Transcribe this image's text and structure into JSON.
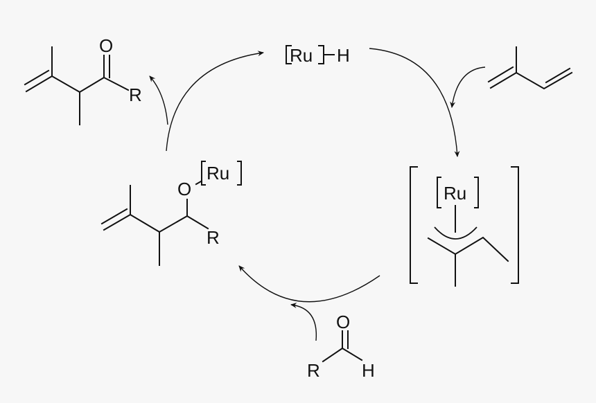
{
  "diagram": {
    "catalyst": {
      "metal": "Ru",
      "hydride": "H"
    },
    "product": {
      "oxygen": "O",
      "substituent": "R"
    },
    "alkoxide": {
      "oxygen": "O",
      "metal": "Ru",
      "substituent": "R"
    },
    "allyl_complex": {
      "metal": "Ru"
    },
    "aldehyde": {
      "oxygen": "O",
      "substituent": "R",
      "hydrogen": "H"
    },
    "colors": {
      "background": "#f7f7f7",
      "ink": "#111111"
    }
  }
}
